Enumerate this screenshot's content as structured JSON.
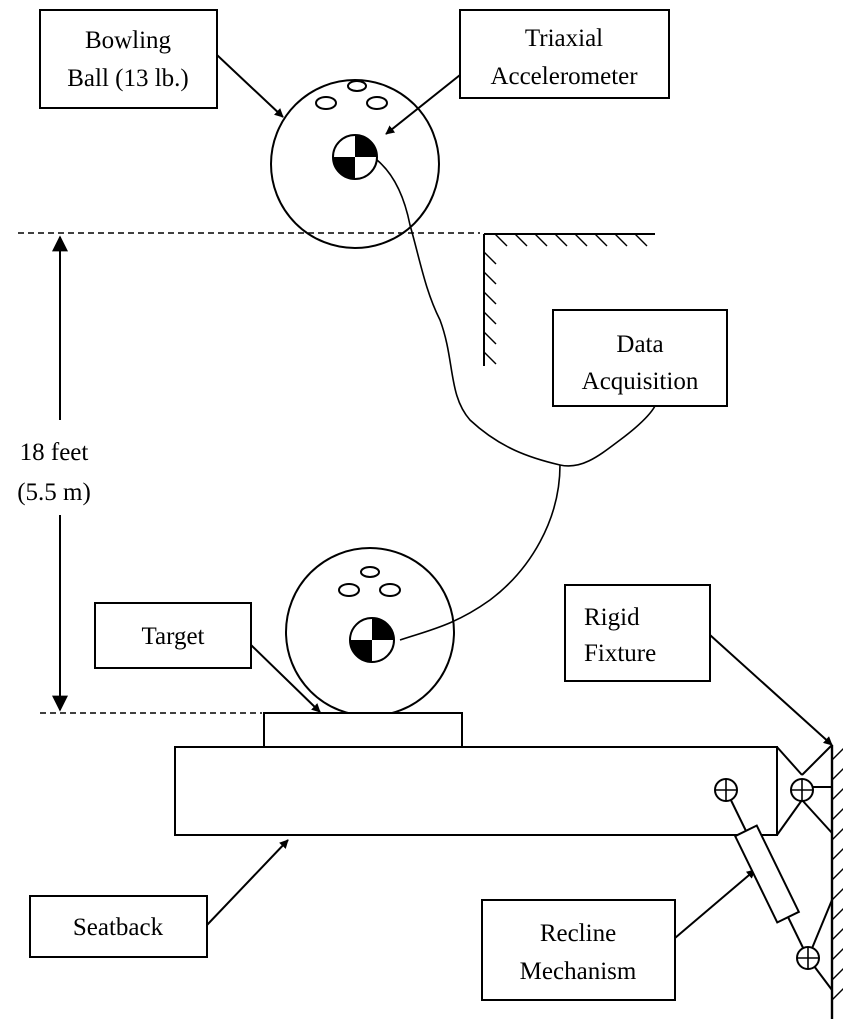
{
  "labels": {
    "bowling_ball": [
      "Bowling",
      "Ball (13 lb.)"
    ],
    "accelerometer": [
      "Triaxial",
      "Accelerometer"
    ],
    "data_acquisition": [
      "Data",
      "Acquisition"
    ],
    "height": [
      "18 feet",
      "(5.5 m)"
    ],
    "target": "Target",
    "rigid_fixture": [
      "Rigid",
      "Fixture"
    ],
    "seatback": "Seatback",
    "recline_mechanism": [
      "Recline",
      "Mechanism"
    ]
  }
}
